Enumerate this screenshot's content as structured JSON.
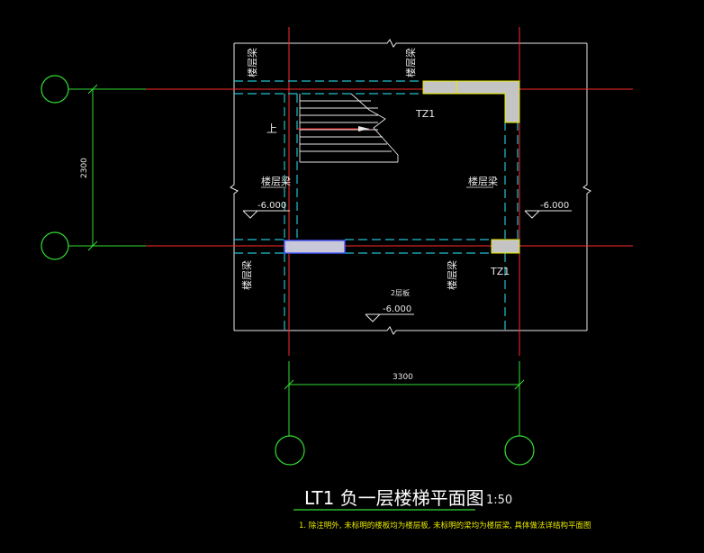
{
  "colors": {
    "background": "#000000",
    "axis_red": "#ff2a2a",
    "dimension_green": "#33dd33",
    "cyan_dashed": "#22c0d0",
    "outline_white": "#e8e8e8",
    "column_fill": "#c4c4c4",
    "beam_fill": "#c8c8d8",
    "beam_edge": "#4455ff",
    "yellow": "#e8e800",
    "title_text": "#ffffff"
  },
  "labels": {
    "beam_top_left": "楼层梁",
    "beam_top_mid": "楼层梁",
    "beam_left": "楼层梁",
    "beam_right": "楼层梁",
    "beam_bottom_left": "楼层梁",
    "beam_bottom_mid": "楼层梁",
    "column_top": "TZ1",
    "column_bottom": "TZ1",
    "stair_up": "上",
    "landing_note": "2层板"
  },
  "levels": {
    "left": "-6.000",
    "right": "-6.000",
    "bottom": "-6.000"
  },
  "dimensions": {
    "vertical": "2300",
    "horizontal": "3300"
  },
  "title": {
    "main": "LT1 负一层楼梯平面图",
    "scale": "1:50"
  },
  "note": "1. 除注明外, 未标明的楼板均为楼层板, 未标明的梁均为楼层梁, 具体做法详结构平面图"
}
